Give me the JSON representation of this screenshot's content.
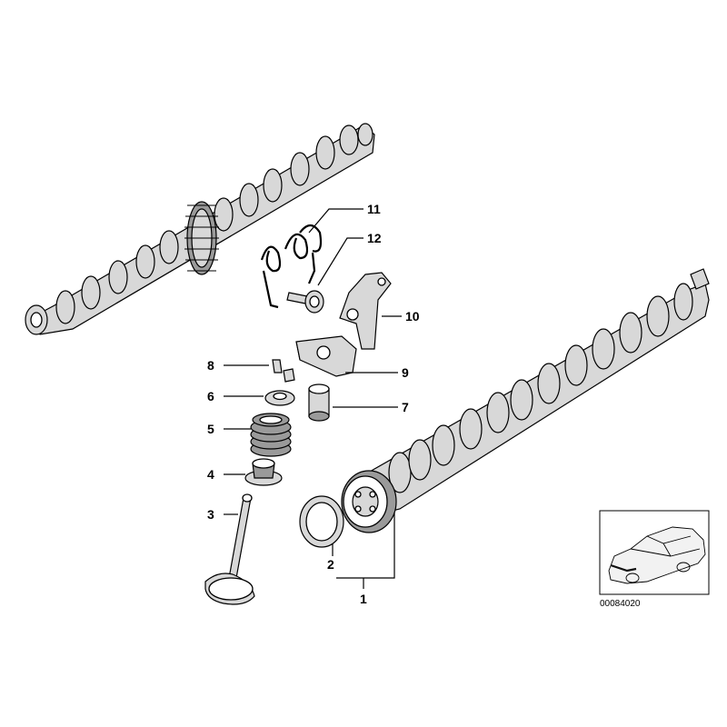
{
  "diagram": {
    "callouts": [
      {
        "id": "1",
        "label": "1"
      },
      {
        "id": "2",
        "label": "2"
      },
      {
        "id": "3",
        "label": "3"
      },
      {
        "id": "4",
        "label": "4"
      },
      {
        "id": "5",
        "label": "5"
      },
      {
        "id": "6",
        "label": "6"
      },
      {
        "id": "7",
        "label": "7"
      },
      {
        "id": "8",
        "label": "8"
      },
      {
        "id": "9",
        "label": "9"
      },
      {
        "id": "10",
        "label": "10"
      },
      {
        "id": "11",
        "label": "11"
      },
      {
        "id": "12",
        "label": "12"
      }
    ],
    "reference_number": "00084020"
  }
}
